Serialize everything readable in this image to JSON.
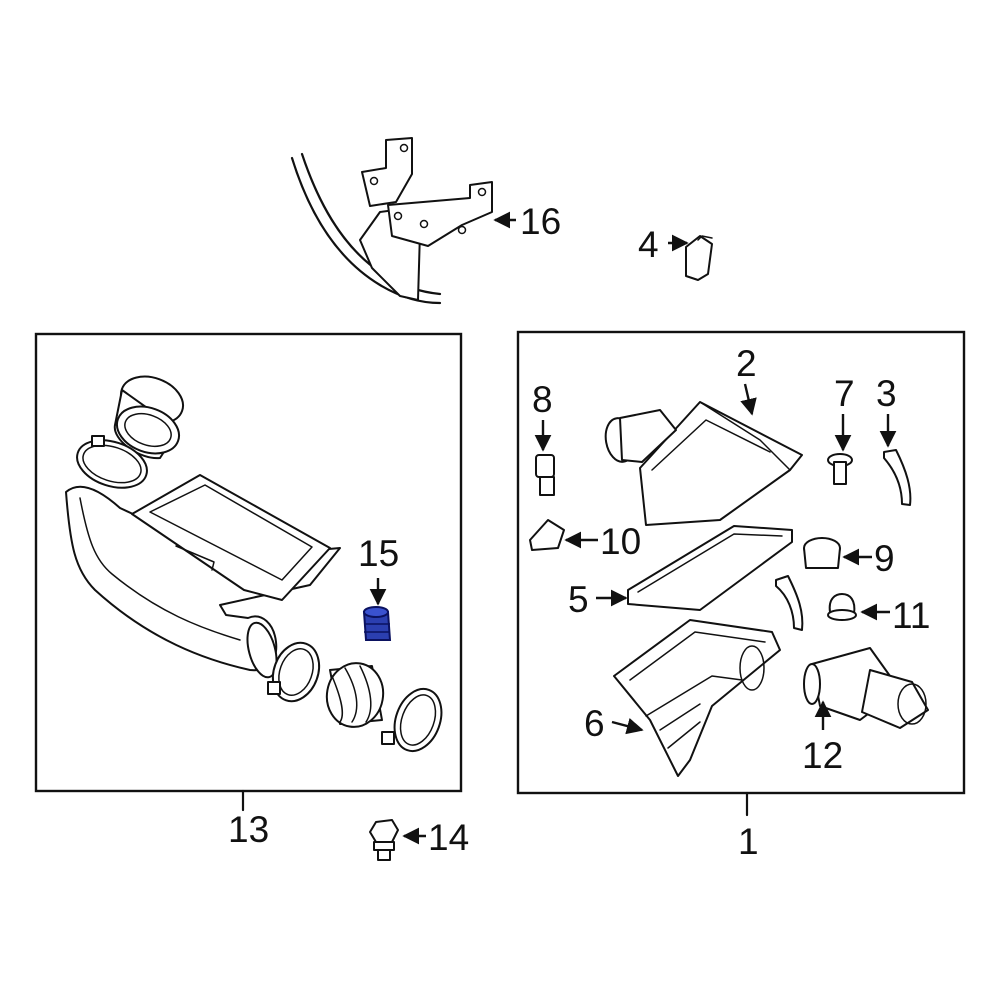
{
  "diagram": {
    "callouts": {
      "c1": "1",
      "c2": "2",
      "c3": "3",
      "c4": "4",
      "c5": "5",
      "c6": "6",
      "c7": "7",
      "c8": "8",
      "c9": "9",
      "c10": "10",
      "c11": "11",
      "c12": "12",
      "c13": "13",
      "c14": "14",
      "c15": "15",
      "c16": "16"
    },
    "highlight_color": "#2b3fb0",
    "line_color": "#111111"
  }
}
